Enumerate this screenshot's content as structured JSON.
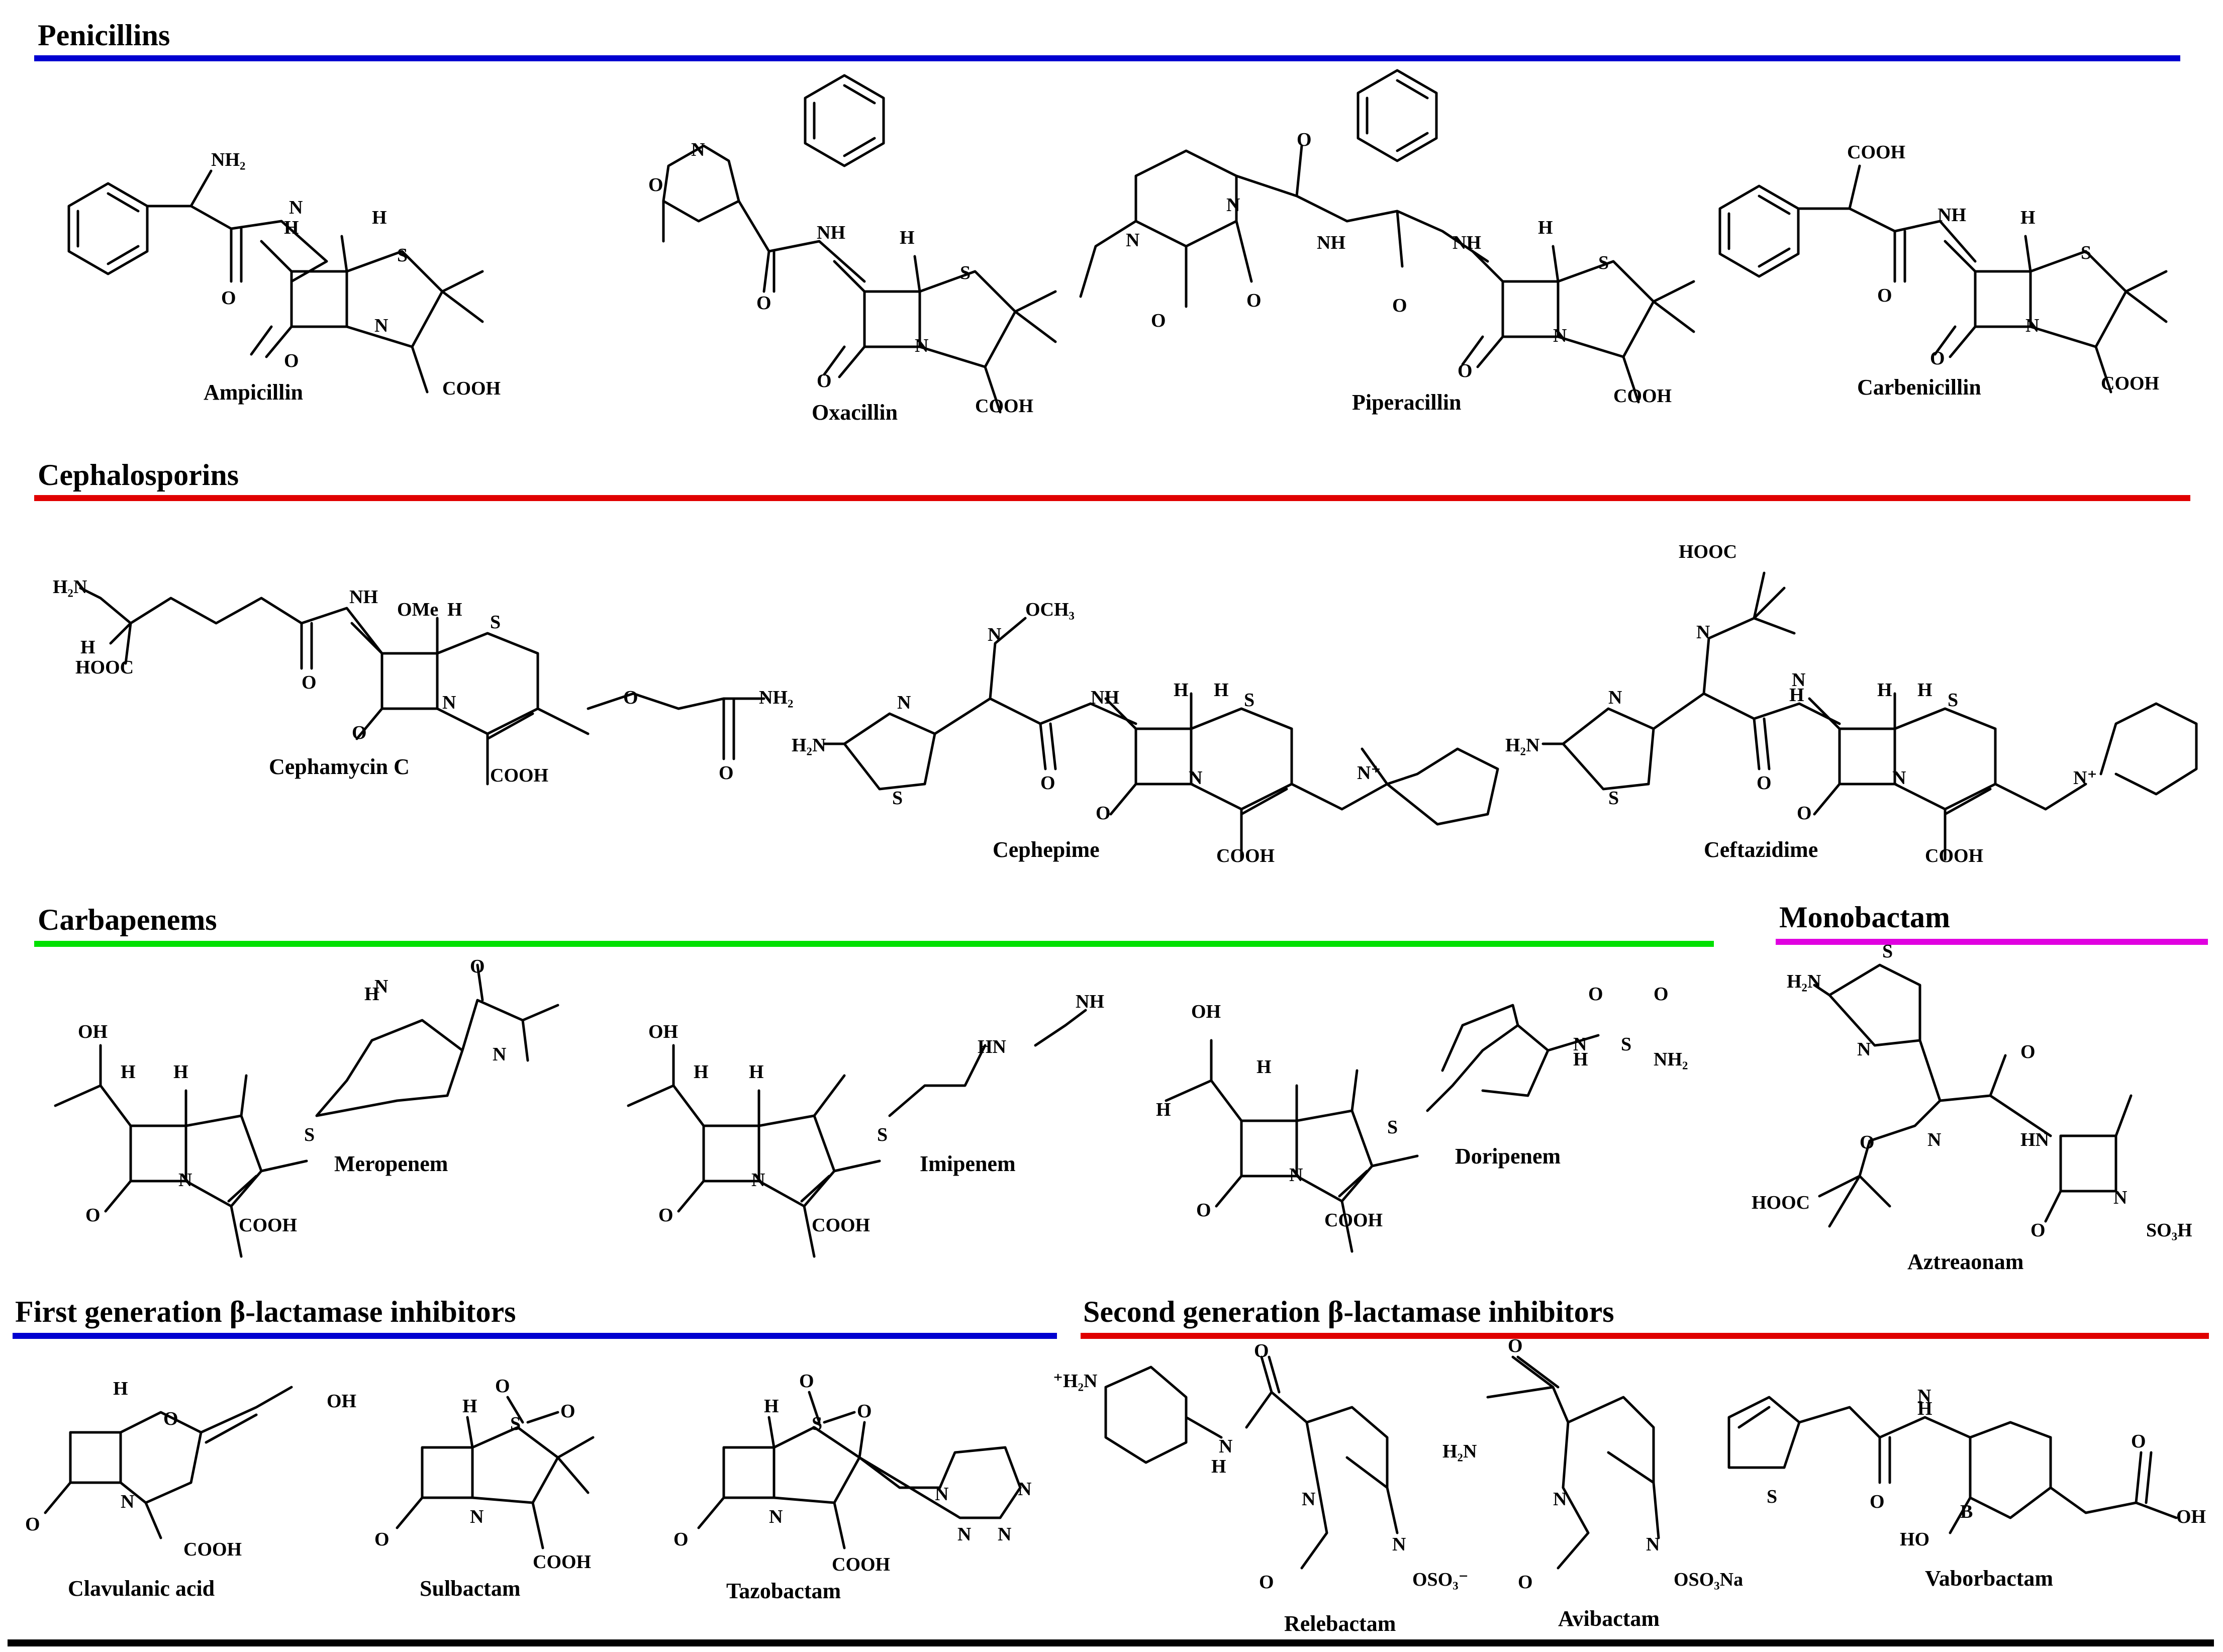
{
  "sections": {
    "penicillins": {
      "title": "Penicillins",
      "color": "#0000d0"
    },
    "cephalosporins": {
      "title": "Cephalosporins",
      "color": "#e00000"
    },
    "carbapenems": {
      "title": "Carbapenems",
      "color": "#00e000"
    },
    "monobactam": {
      "title": "Monobactam",
      "color": "#e000e0"
    },
    "first_gen": {
      "title": "First generation β-lactamase inhibitors",
      "color": "#0000d0"
    },
    "second_gen": {
      "title": "Second generation β-lactamase inhibitors",
      "color": "#e00000"
    },
    "footer_rule_color": "#000000"
  },
  "drugs": {
    "ampicillin": "Ampicillin",
    "oxacillin": "Oxacillin",
    "piperacillin": "Piperacillin",
    "carbenicillin": "Carbenicillin",
    "cephamycin_c": "Cephamycin C",
    "cephepime": "Cephepime",
    "ceftazidime": "Ceftazidime",
    "meropenem": "Meropenem",
    "imipenem": "Imipenem",
    "doripenem": "Doripenem",
    "aztreonam": "Aztreaonam",
    "clavulanic_acid": "Clavulanic acid",
    "sulbactam": "Sulbactam",
    "tazobactam": "Tazobactam",
    "relebactam": "Relebactam",
    "avibactam": "Avibactam",
    "vaborbactam": "Vaborbactam"
  },
  "atoms": {
    "cooh": "COOH",
    "hooc": "HOOC",
    "nh2": "NH₂",
    "h2n": "H₂N",
    "n": "N",
    "s": "S",
    "o": "O",
    "h": "H",
    "oh": "OH",
    "ho": "HO",
    "b": "B",
    "nh": "NH",
    "hn": "HN",
    "ome": "OMe",
    "och3": "OCH₃",
    "n_plus": "N⁺",
    "so3h": "SO₃H",
    "oso3_minus": "OSO₃⁻",
    "oso3na": "OSO₃Na",
    "h2n_plus": "⁺H₂N"
  }
}
